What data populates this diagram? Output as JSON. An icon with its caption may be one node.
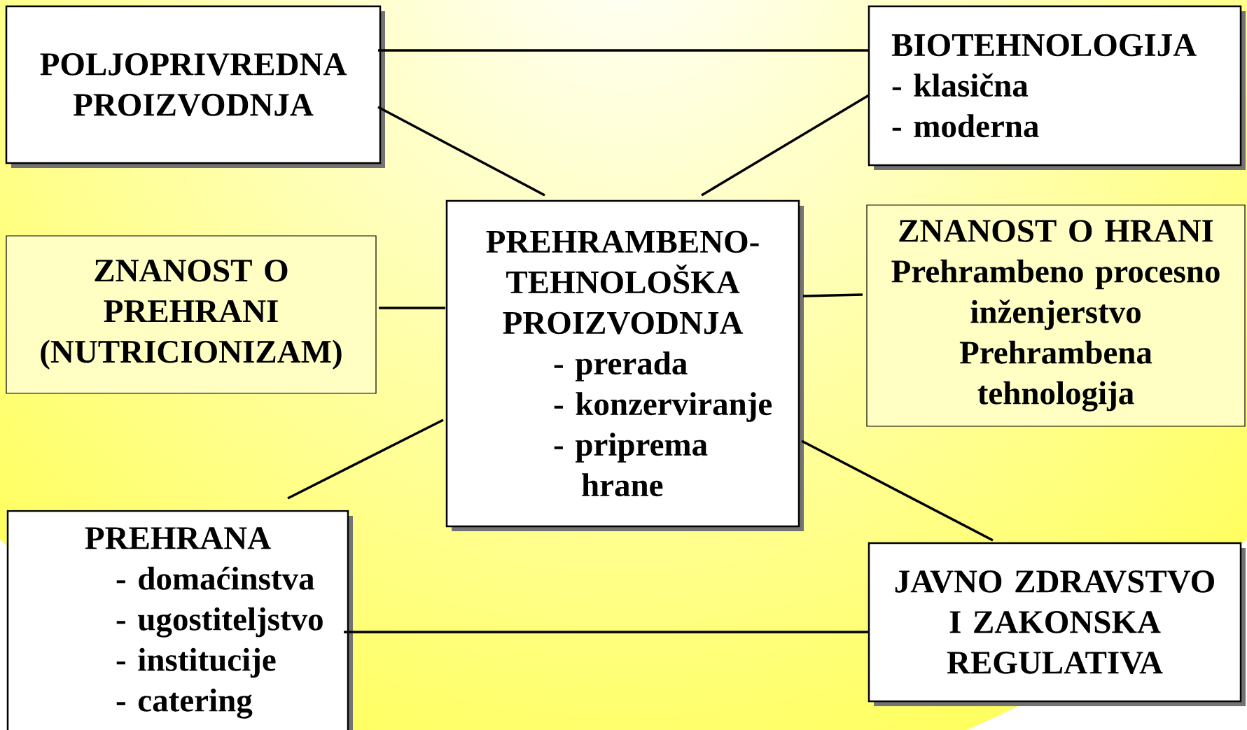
{
  "diagram": {
    "nodes": [
      {
        "text": [
          "POLJOPRIVREDNA PROIZVODNJA"
        ]
      },
      {
        "text": [
          "BIOTEHNOLOGIJA",
          "- klasična",
          "- moderna"
        ]
      },
      {
        "text": [
          "ZNANOST O PREHRANI (NUTRICIONIZAM)"
        ]
      },
      {
        "text": [
          "PREHRAMBENO-TEHNOLOŠKA PROIZVODNJA",
          "- prerada",
          "- konzerviranje",
          "- priprema hrane"
        ]
      },
      {
        "text": [
          "ZNANOST O HRANI",
          "Prehrambeno procesno inženjerstvo",
          "Prehrambena tehnologija"
        ]
      },
      {
        "text": [
          "PREHRANA",
          "- domaćinstva",
          "- ugostiteljstvo",
          "- institucije",
          "- catering"
        ]
      },
      {
        "text": [
          "JAVNO ZDRAVSTVO I ZAKONSKA REGULATIVA"
        ]
      }
    ],
    "edges": [
      {
        "from": 0,
        "to": 1,
        "arrow": "none"
      },
      {
        "from": 0,
        "to": 3,
        "arrow": "none"
      },
      {
        "from": 1,
        "to": 3,
        "arrow": "none"
      },
      {
        "from": 2,
        "to": 3,
        "arrow": "none"
      },
      {
        "from": 3,
        "to": 4,
        "arrow": "none"
      },
      {
        "from": 3,
        "to": 5,
        "arrow": "none"
      },
      {
        "from": 3,
        "to": 6,
        "arrow": "none"
      },
      {
        "from": 5,
        "to": 6,
        "arrow": "none"
      }
    ]
  }
}
